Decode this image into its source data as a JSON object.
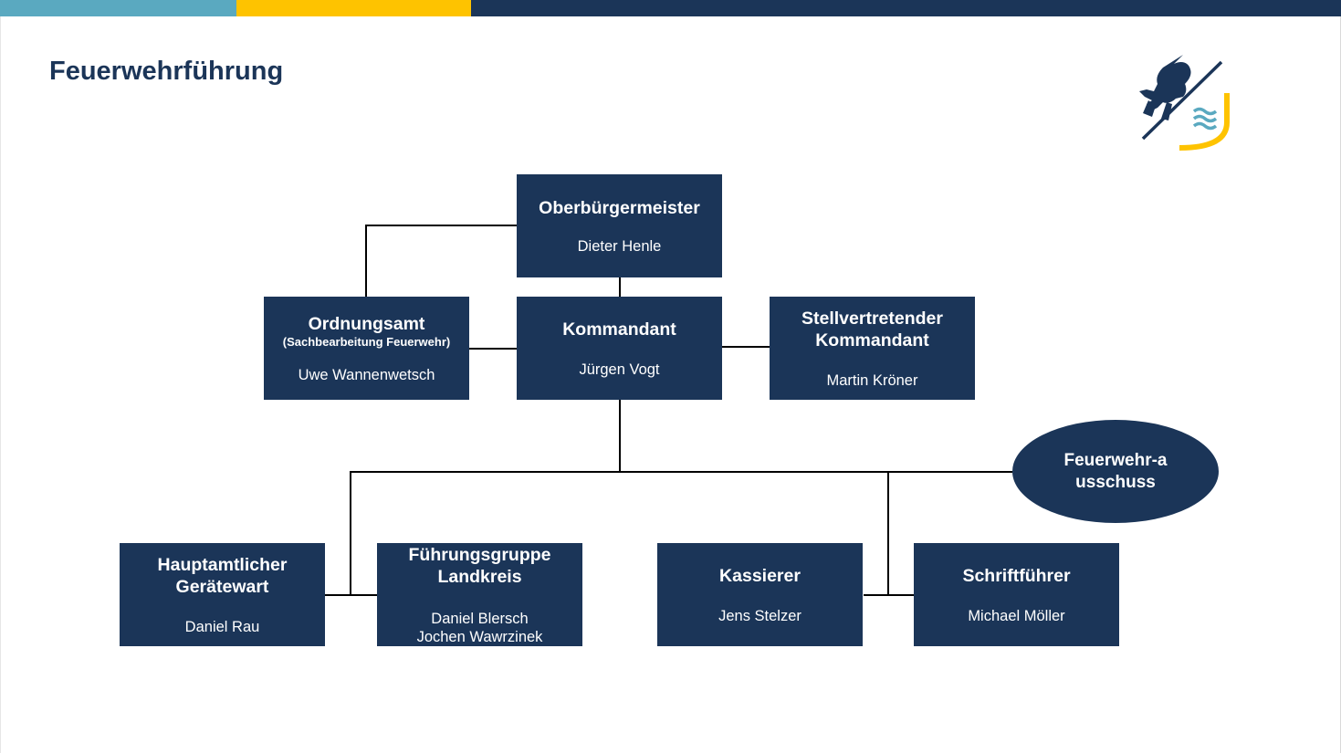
{
  "page": {
    "title": "Feuerwehrführung"
  },
  "colors": {
    "navy": "#1b3558",
    "teal": "#5aa9c0",
    "yellow": "#fec300"
  },
  "logo": {
    "icon": "unicorn-wave-emblem-icon"
  },
  "org": {
    "mayor": {
      "role": "Oberbürgermeister",
      "name": "Dieter Henle"
    },
    "office": {
      "role": "Ordnungsamt",
      "sub": "(Sachbearbeitung Feuerwehr)",
      "name": "Uwe Wannenwetsch"
    },
    "commander": {
      "role": "Kommandant",
      "name": "Jürgen Vogt"
    },
    "deputy": {
      "role": "Stellvertretender Kommandant",
      "name": "Martin Kröner"
    },
    "committee": {
      "role": "Feuerwehr-ausschuss"
    },
    "warden": {
      "role": "Hauptamtlicher Gerätewart",
      "name": "Daniel Rau"
    },
    "command_group": {
      "role": "Führungsgruppe Landkreis",
      "name1": "Daniel Blersch",
      "name2": "Jochen Wawrzinek"
    },
    "treasurer": {
      "role": "Kassierer",
      "name": "Jens Stelzer"
    },
    "secretary": {
      "role": "Schriftführer",
      "name": "Michael Möller"
    }
  }
}
